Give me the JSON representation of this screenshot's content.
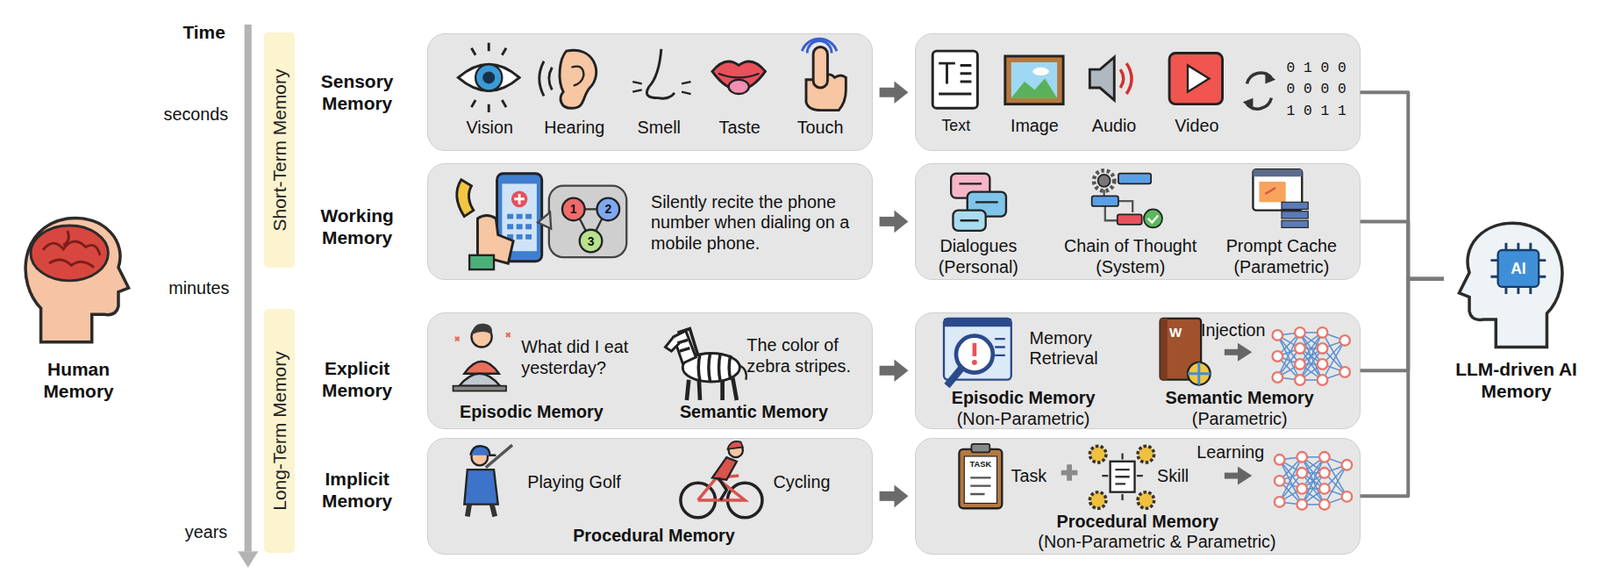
{
  "diagram": {
    "nodes": [
      {
        "text": [
          "Human Memory"
        ]
      },
      {
        "text": [
          "Short-Term Memory"
        ]
      },
      {
        "text": [
          "Long-Term Memory"
        ]
      },
      {
        "text": [
          "Vision",
          "Hearing",
          "Smell",
          "Taste",
          "Touch"
        ]
      },
      {
        "text": [
          "Text",
          "Image",
          "Audio",
          "Video"
        ]
      },
      {
        "text": [
          "Silently recite the phone number when dialing on a mobile phone."
        ]
      },
      {
        "text": [
          "Dialogues (Personal)",
          "Chain of Thought (System)",
          "Prompt Cache (Parametric)"
        ]
      },
      {
        "text": [
          "What did I eat yesterday?",
          "Episodic Memory",
          "The color of zebra stripes.",
          "Semantic Memory"
        ]
      },
      {
        "text": [
          "Memory Retrieval",
          "Episodic Memory",
          "(Non-Parametric)",
          "Injection",
          "Semantic Memory",
          "(Parametric)"
        ]
      },
      {
        "text": [
          "Playing Golf",
          "Cycling",
          "Procedural Memory"
        ]
      },
      {
        "text": [
          "Task",
          "Skill",
          "Learning",
          "Procedural Memory",
          "(Non-Parametric & Parametric)"
        ]
      },
      {
        "text": [
          "LLM-driven AI Memory"
        ]
      }
    ],
    "edges": [
      {
        "from": 3,
        "to": 4,
        "arrow": "to"
      },
      {
        "from": 5,
        "to": 6,
        "arrow": "to"
      },
      {
        "from": 7,
        "to": 8,
        "arrow": "to"
      },
      {
        "from": 9,
        "to": 10,
        "arrow": "to"
      },
      {
        "from": 4,
        "to": 11,
        "arrow": "none"
      },
      {
        "from": 6,
        "to": 11,
        "arrow": "none"
      },
      {
        "from": 8,
        "to": 11,
        "arrow": "none"
      },
      {
        "from": 10,
        "to": 11,
        "arrow": "none"
      }
    ],
    "labels": [
      "Time",
      "seconds",
      "minutes",
      "years",
      "Sensory Memory",
      "Working Memory",
      "Explicit Memory",
      "Implicit Memory",
      "1",
      "2",
      "3",
      "0 1 0 0",
      "0 0 0 0",
      "1 0 1 1",
      "W",
      "TASK",
      "AI"
    ]
  }
}
